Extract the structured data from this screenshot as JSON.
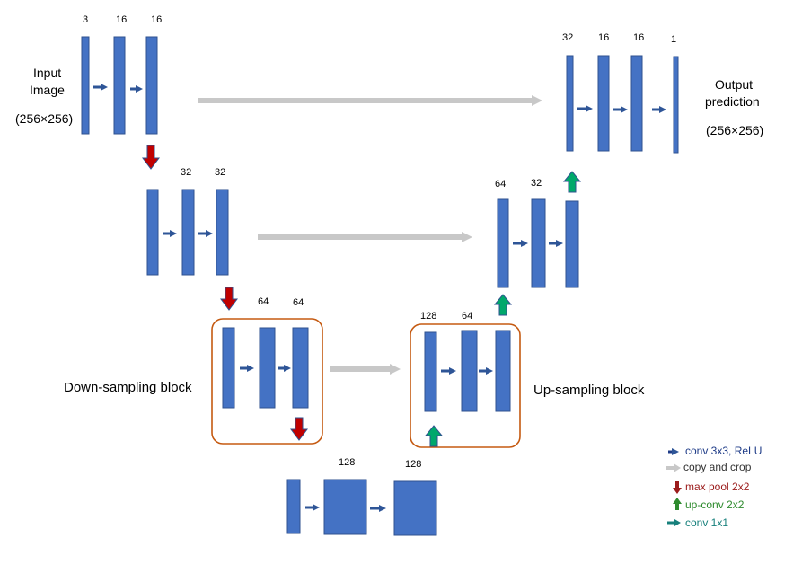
{
  "colors": {
    "bar": "#4472C4",
    "bar_stroke": "#2F528F",
    "conv_arrow": "#2E5597",
    "copy_arrow": "#C8C8C8",
    "pool_arrow": "#C00000",
    "upconv_arrow": "#00A86B",
    "block_border": "#C55A11",
    "legend_conv": "#1F3C88",
    "legend_copy": "#595959",
    "legend_pool": "#9B1B1B",
    "legend_upconv": "#2E8B2E",
    "legend_conv1x1": "#17807C"
  },
  "labels": {
    "input_line1": "Input",
    "input_line2": "Image",
    "input_size": "(256×256)",
    "output_line1": "Output",
    "output_line2": "prediction",
    "output_size": "(256×256)",
    "down_block": "Down-sampling block",
    "up_block": "Up-sampling block"
  },
  "channels": {
    "l1_a": "3",
    "l1_b": "16",
    "l1_c": "16",
    "l2_b": "32",
    "l2_c": "32",
    "l3_b": "64",
    "l3_c": "64",
    "bottom_b": "128",
    "bottom_c": "128",
    "u3_a": "128",
    "u3_b": "64",
    "u2_a": "64",
    "u2_b": "32",
    "u1_a": "32",
    "u1_b": "16",
    "u1_c": "16",
    "u1_d": "1"
  },
  "legend": {
    "conv": "conv 3x3, ReLU",
    "copy": "copy and crop",
    "pool": "max pool 2x2",
    "upconv": "up-conv 2x2",
    "conv1x1": "conv 1x1"
  }
}
